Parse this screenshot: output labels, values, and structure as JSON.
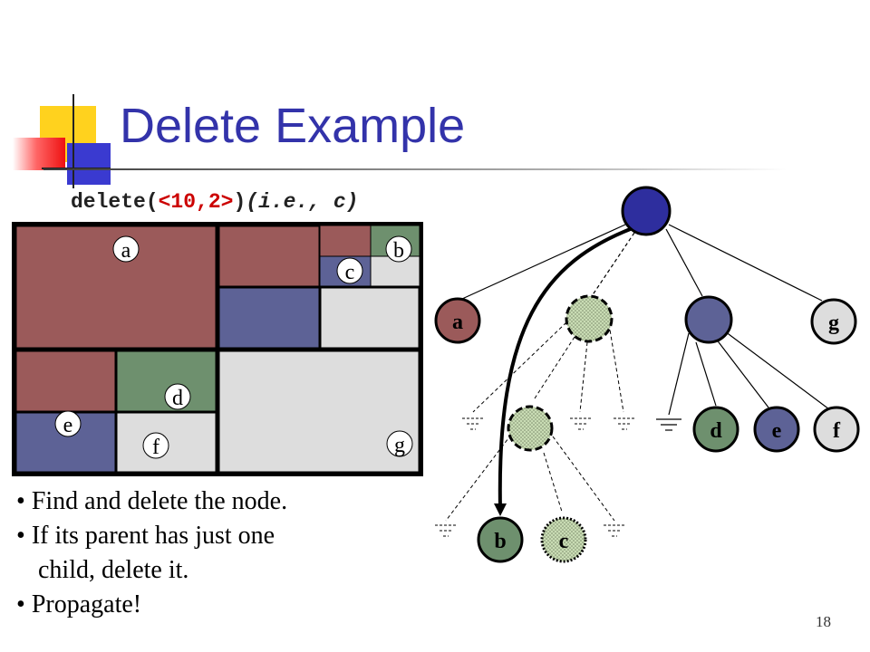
{
  "slide": {
    "title": "Delete Example",
    "command": {
      "prefix": "delete(",
      "arg": "<10,2>",
      "close": ")",
      "note": "(i.e., c)"
    },
    "bullets": [
      "Find and delete the node.",
      "If its parent has just one",
      "child, delete it.",
      "Propagate!"
    ],
    "slide_number": "18"
  },
  "map_labels": {
    "a": "a",
    "b": "b",
    "c": "c",
    "d": "d",
    "e": "e",
    "f": "f",
    "g": "g"
  },
  "tree_labels": {
    "a": "a",
    "b": "b",
    "c": "c",
    "d": "d",
    "e": "e",
    "f": "f",
    "g": "g"
  },
  "colors": {
    "title": "#3333aa",
    "red_region": "#9b5a5a",
    "blue_region": "#5d6296",
    "green_region": "#6e906e",
    "empty_region": "#dddddd",
    "root_node": "#2e2e9e",
    "deleted_node": "#c9dcb4",
    "arg_highlight": "#cc0000"
  }
}
